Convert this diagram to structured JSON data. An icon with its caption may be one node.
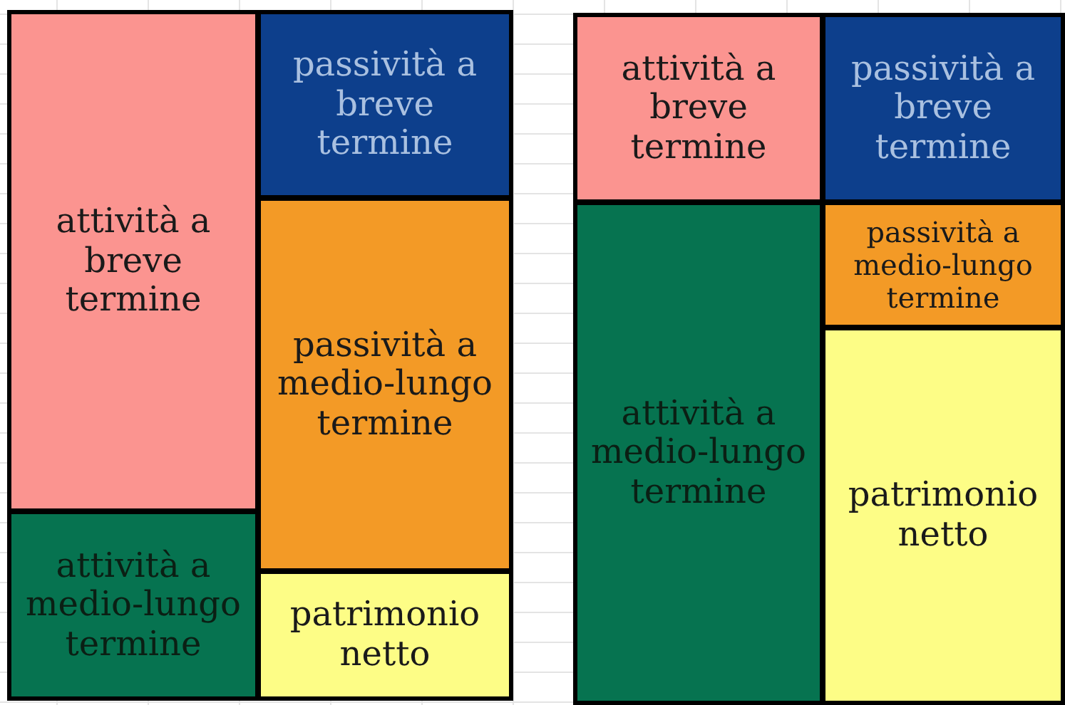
{
  "diagram": {
    "nodes": [
      {
        "text": [
          "attività a breve termine"
        ]
      },
      {
        "text": [
          "passività a breve termine"
        ]
      },
      {
        "text": [
          "passività a medio-lungo termine"
        ]
      },
      {
        "text": [
          "attività a medio-lungo termine"
        ]
      },
      {
        "text": [
          "patrimonio netto"
        ]
      },
      {
        "text": [
          "attività a breve termine"
        ]
      },
      {
        "text": [
          "passività a breve termine"
        ]
      },
      {
        "text": [
          "passività a medio-lungo termine"
        ]
      },
      {
        "text": [
          "attività a medio-lungo termine"
        ]
      },
      {
        "text": [
          "patrimonio netto"
        ]
      }
    ]
  }
}
